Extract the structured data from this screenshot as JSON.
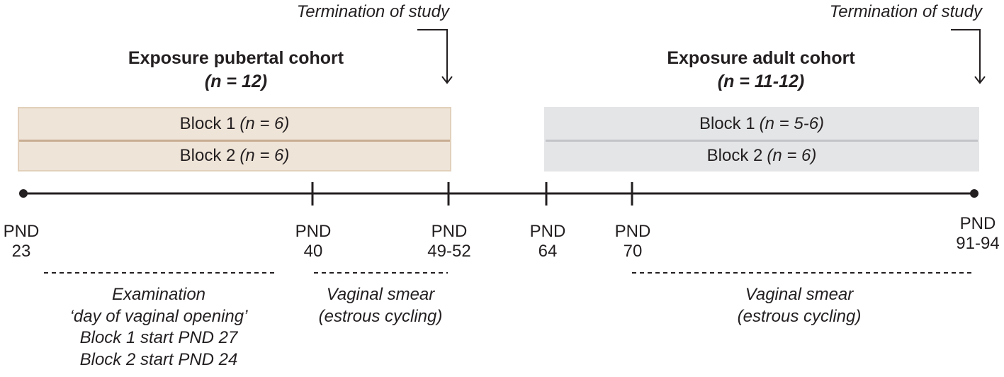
{
  "cohorts": {
    "pubertal": {
      "title": "Exposure pubertal cohort",
      "n": "(n = 12)",
      "termination": "Termination of study",
      "blocks": [
        {
          "label": "Block 1",
          "n": "(n = 6)"
        },
        {
          "label": "Block 2",
          "n": "(n = 6)"
        }
      ]
    },
    "adult": {
      "title": "Exposure adult cohort",
      "n": "(n = 11-12)",
      "termination": "Termination of study",
      "blocks": [
        {
          "label": "Block 1",
          "n": "(n = 5-6)"
        },
        {
          "label": "Block 2",
          "n": "(n = 6)"
        }
      ]
    }
  },
  "timeline": {
    "points": [
      {
        "line1": "PND",
        "line2": "23"
      },
      {
        "line1": "PND",
        "line2": "40"
      },
      {
        "line1": "PND",
        "line2": "49-52"
      },
      {
        "line1": "PND",
        "line2": "64"
      },
      {
        "line1": "PND",
        "line2": "70"
      },
      {
        "line1": "PND",
        "line2": "91-94"
      }
    ]
  },
  "phases": {
    "examination": [
      "Examination",
      "‘day of vaginal opening’",
      "Block 1 start PND 27",
      "Block 2 start PND 24"
    ],
    "smear_pubertal": [
      "Vaginal smear",
      "(estrous cycling)"
    ],
    "smear_adult": [
      "Vaginal smear",
      "(estrous cycling)"
    ]
  },
  "colors": {
    "pubertal_fill": "#efe4d8",
    "pubertal_border": "#e2d0bb",
    "pubertal_divider": "#c8ad92",
    "adult_fill": "#e4e5e7",
    "adult_divider": "#c3c4c8",
    "line": "#231f20"
  }
}
